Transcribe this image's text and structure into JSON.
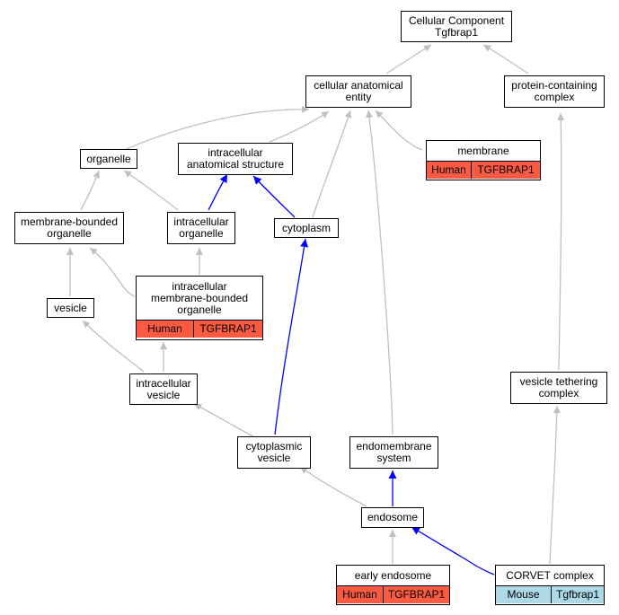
{
  "diagram": {
    "nodes": {
      "root": {
        "label": "Cellular Component\nTgfbrap1"
      },
      "cae": {
        "label": "cellular anatomical\nentity"
      },
      "pcc": {
        "label": "protein-containing\ncomplex"
      },
      "organelle": {
        "label": "organelle"
      },
      "ias": {
        "label": "intracellular\nanatomical structure"
      },
      "membrane": {
        "label": "membrane",
        "annotation": {
          "species": "Human",
          "gene": "TGFBRAP1"
        }
      },
      "mbo": {
        "label": "membrane-bounded\norganelle"
      },
      "io": {
        "label": "intracellular\norganelle"
      },
      "cytoplasm": {
        "label": "cytoplasm"
      },
      "imbo": {
        "label": "intracellular\nmembrane-bounded\norganelle",
        "annotation": {
          "species": "Human",
          "gene": "TGFBRAP1"
        }
      },
      "vesicle": {
        "label": "vesicle"
      },
      "iv": {
        "label": "intracellular\nvesicle"
      },
      "vtc": {
        "label": "vesicle tethering\ncomplex"
      },
      "cv": {
        "label": "cytoplasmic\nvesicle"
      },
      "es": {
        "label": "endomembrane\nsystem"
      },
      "endosome": {
        "label": "endosome"
      },
      "ee": {
        "label": "early endosome",
        "annotation": {
          "species": "Human",
          "gene": "TGFBRAP1"
        }
      },
      "corvet": {
        "label": "CORVET complex",
        "annotation": {
          "species": "Mouse",
          "gene": "Tgfbrap1"
        }
      }
    },
    "edges": [
      {
        "from": "cae",
        "to": "root",
        "type": "is_a"
      },
      {
        "from": "pcc",
        "to": "root",
        "type": "is_a"
      },
      {
        "from": "organelle",
        "to": "cae",
        "type": "is_a"
      },
      {
        "from": "ias",
        "to": "cae",
        "type": "is_a"
      },
      {
        "from": "membrane",
        "to": "cae",
        "type": "is_a"
      },
      {
        "from": "cytoplasm",
        "to": "cae",
        "type": "is_a"
      },
      {
        "from": "es",
        "to": "cae",
        "type": "is_a"
      },
      {
        "from": "mbo",
        "to": "organelle",
        "type": "is_a"
      },
      {
        "from": "io",
        "to": "organelle",
        "type": "is_a"
      },
      {
        "from": "io",
        "to": "ias",
        "type": "part_of"
      },
      {
        "from": "cytoplasm",
        "to": "ias",
        "type": "part_of"
      },
      {
        "from": "imbo",
        "to": "mbo",
        "type": "is_a"
      },
      {
        "from": "imbo",
        "to": "io",
        "type": "is_a"
      },
      {
        "from": "vesicle",
        "to": "mbo",
        "type": "is_a"
      },
      {
        "from": "iv",
        "to": "vesicle",
        "type": "is_a"
      },
      {
        "from": "iv",
        "to": "imbo",
        "type": "is_a"
      },
      {
        "from": "cv",
        "to": "iv",
        "type": "is_a"
      },
      {
        "from": "cv",
        "to": "cytoplasm",
        "type": "part_of"
      },
      {
        "from": "endosome",
        "to": "cv",
        "type": "is_a"
      },
      {
        "from": "endosome",
        "to": "es",
        "type": "part_of"
      },
      {
        "from": "ee",
        "to": "endosome",
        "type": "is_a"
      },
      {
        "from": "corvet",
        "to": "endosome",
        "type": "part_of"
      },
      {
        "from": "corvet",
        "to": "vtc",
        "type": "is_a"
      },
      {
        "from": "vtc",
        "to": "pcc",
        "type": "is_a"
      }
    ],
    "colors": {
      "is_a_edge": "#c0c0c0",
      "part_of_edge": "#0000ff",
      "human_annotation": "#f95a41",
      "mouse_annotation": "#add8e6"
    }
  }
}
